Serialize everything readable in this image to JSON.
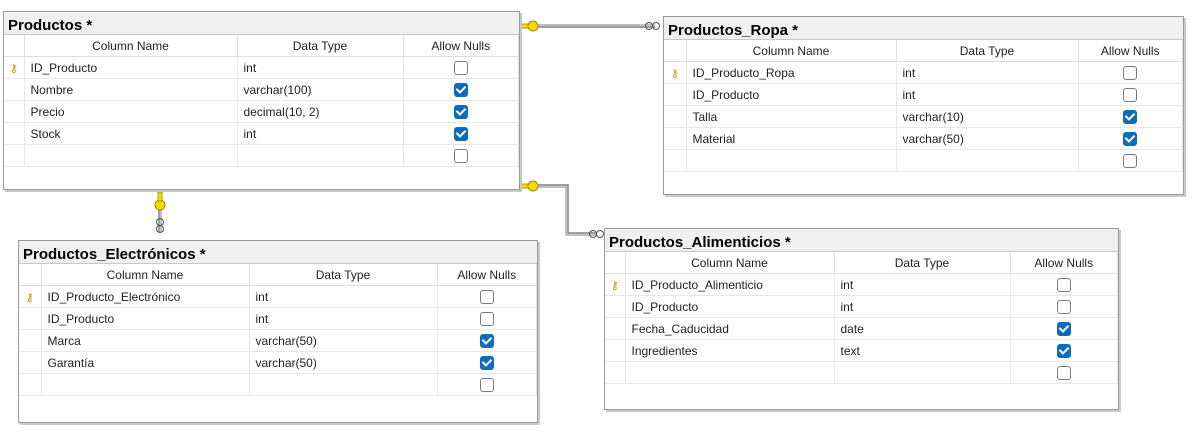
{
  "columns": {
    "name": "Column Name",
    "type": "Data Type",
    "nulls": "Allow Nulls"
  },
  "colors": {
    "key": "#e8c800",
    "checked": "#0f6cbd",
    "line": "#808080"
  },
  "tables": {
    "productos": {
      "title": "Productos *",
      "rows": [
        {
          "key": true,
          "name": "ID_Producto",
          "type": "int",
          "nulls": false
        },
        {
          "key": false,
          "name": "Nombre",
          "type": "varchar(100)",
          "nulls": true
        },
        {
          "key": false,
          "name": "Precio",
          "type": "decimal(10, 2)",
          "nulls": true
        },
        {
          "key": false,
          "name": "Stock",
          "type": "int",
          "nulls": true
        },
        {
          "key": false,
          "name": "",
          "type": "",
          "nulls": false
        }
      ]
    },
    "ropa": {
      "title": "Productos_Ropa *",
      "rows": [
        {
          "key": true,
          "name": "ID_Producto_Ropa",
          "type": "int",
          "nulls": false
        },
        {
          "key": false,
          "name": "ID_Producto",
          "type": "int",
          "nulls": false
        },
        {
          "key": false,
          "name": "Talla",
          "type": "varchar(10)",
          "nulls": true
        },
        {
          "key": false,
          "name": "Material",
          "type": "varchar(50)",
          "nulls": true
        },
        {
          "key": false,
          "name": "",
          "type": "",
          "nulls": false
        }
      ]
    },
    "electronicos": {
      "title": "Productos_Electrónicos *",
      "rows": [
        {
          "key": true,
          "name": "ID_Producto_Electrónico",
          "type": "int",
          "nulls": false
        },
        {
          "key": false,
          "name": "ID_Producto",
          "type": "int",
          "nulls": false
        },
        {
          "key": false,
          "name": "Marca",
          "type": "varchar(50)",
          "nulls": true
        },
        {
          "key": false,
          "name": "Garantía",
          "type": "varchar(50)",
          "nulls": true
        },
        {
          "key": false,
          "name": "",
          "type": "",
          "nulls": false
        }
      ]
    },
    "alimenticios": {
      "title": "Productos_Alimenticios *",
      "rows": [
        {
          "key": true,
          "name": "ID_Producto_Alimenticio",
          "type": "int",
          "nulls": false
        },
        {
          "key": false,
          "name": "ID_Producto",
          "type": "int",
          "nulls": false
        },
        {
          "key": false,
          "name": "Fecha_Caducidad",
          "type": "date",
          "nulls": true
        },
        {
          "key": false,
          "name": "Ingredientes",
          "type": "text",
          "nulls": true
        },
        {
          "key": false,
          "name": "",
          "type": "",
          "nulls": false
        }
      ]
    }
  }
}
